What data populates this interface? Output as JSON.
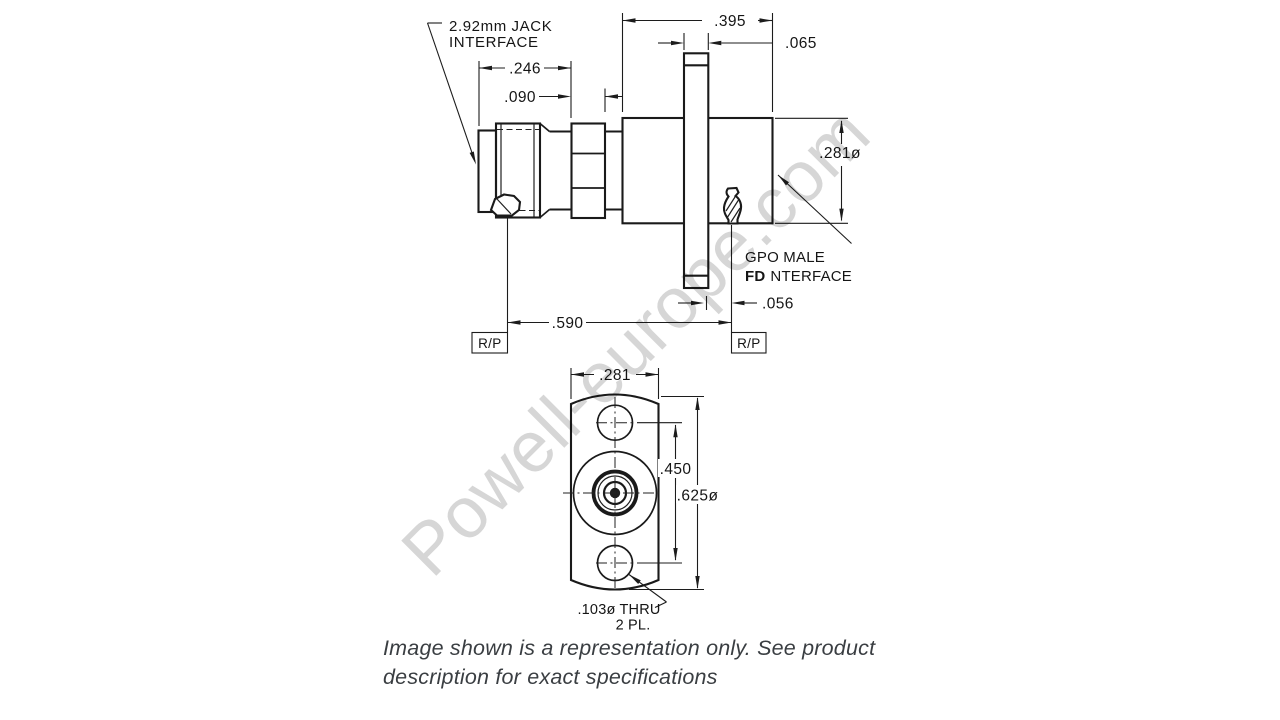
{
  "side_view": {
    "jack_label_line1": "2.92mm JACK",
    "jack_label_line2": "INTERFACE",
    "gpo_label_line1": "GPO MALE",
    "gpo_label_bold": "FD",
    "gpo_label_rest": "NTERFACE",
    "dim_246": ".246",
    "dim_090": ".090",
    "dim_395": ".395",
    "dim_065": ".065",
    "dim_281_dia": ".281ø",
    "dim_056": ".056",
    "dim_590": ".590",
    "ref_plane_left": "R/P",
    "ref_plane_right": "R/P"
  },
  "bottom_view": {
    "dim_281": ".281",
    "dim_450": ".450",
    "dim_625_dia": ".625ø",
    "hole_note_line1": ".103ø THRU",
    "hole_note_line2": "2 PL."
  },
  "watermark": {
    "text": "Powell-europe.com"
  },
  "caption": {
    "line1": "Image shown is a representation only. See product",
    "line2": "description for exact specifications"
  },
  "colors": {
    "line": "#1a1a1a",
    "watermark": "#d6d6d6",
    "caption_text": "#3a3e42",
    "background": "#ffffff"
  }
}
